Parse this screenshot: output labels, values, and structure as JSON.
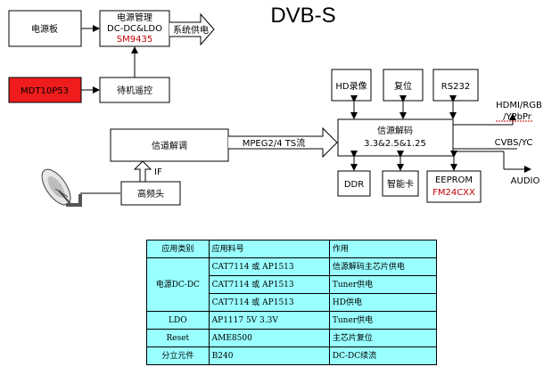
{
  "title": "DVB-S",
  "blocks": {
    "power_board": "电源板",
    "power_mgmt": [
      "电源管理",
      "DC-DC&LDO"
    ],
    "power_mgmt_chip": "SM9435",
    "system_power": "系统供电",
    "mdt": "MDT10P53",
    "standby": "待机遥控",
    "hd_record": "HD录像",
    "reset": "复位",
    "rs232": "RS232",
    "decoder": [
      "信源解码",
      "3.3&2.5&1.25"
    ],
    "channel_decode": "信道解调",
    "ts_stream": "MPEG2/4 TS流",
    "if_label": "IF",
    "tuner": "高频头",
    "ddr": "DDR",
    "smart_card": "智能卡",
    "eeprom": "EEPROM",
    "eeprom_chip": "FM24CXX",
    "hdmi": [
      "HDMI/RGB",
      "/YPbPr"
    ],
    "cvbs": "CVBS/YC",
    "audio": "AUDIO"
  },
  "colors": {
    "mdt_fill": "#ee1c1c",
    "chip_text": "#c00000",
    "table_fill": "#99ffff"
  },
  "table": {
    "headers": [
      "应用类别",
      "应用料号",
      "作用"
    ],
    "groups": [
      {
        "category": "电源DC-DC",
        "rows": [
          [
            "CAT7114 或 AP1513",
            "信源解码主芯片供电"
          ],
          [
            "CAT7114 或 AP1513",
            "Tuner供电"
          ],
          [
            "CAT7114 或 AP1513",
            "HD供电"
          ]
        ]
      },
      {
        "category": "LDO",
        "rows": [
          [
            "AP1117 5V 3.3V",
            "Tuner供电"
          ]
        ]
      },
      {
        "category": "Reset",
        "rows": [
          [
            "AME8500",
            "主芯片复位"
          ]
        ]
      },
      {
        "category": "分立元件",
        "rows": [
          [
            "B240",
            "DC-DC续流"
          ]
        ]
      }
    ]
  }
}
